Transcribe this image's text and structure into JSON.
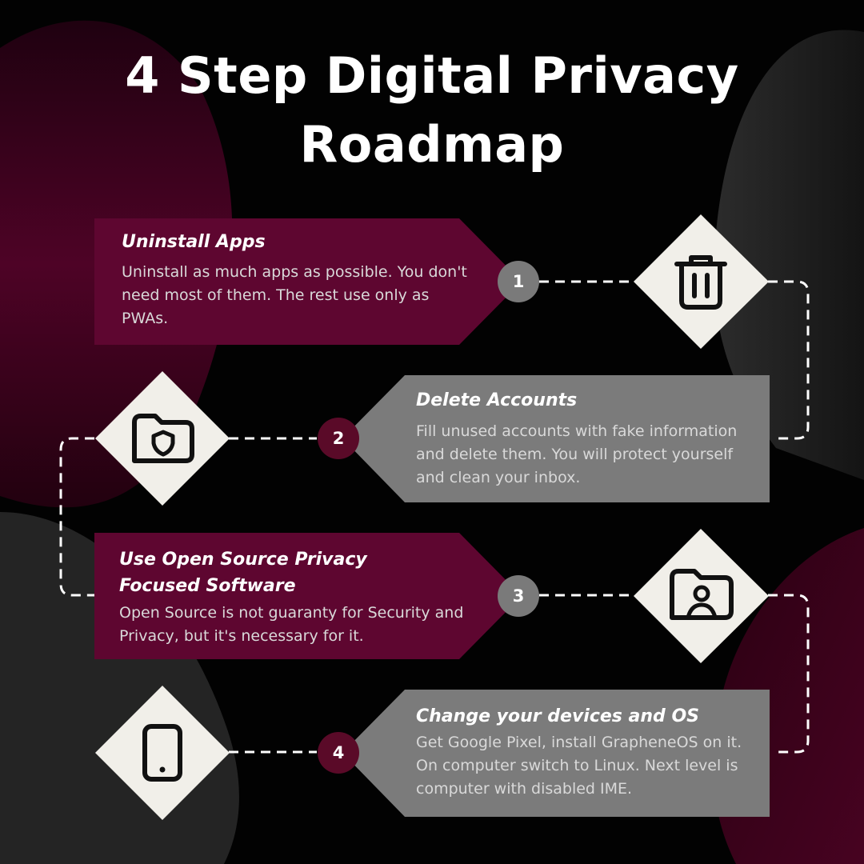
{
  "title": "4 Step Digital Privacy Roadmap",
  "colors": {
    "maroon": "#5e0630",
    "gray": "#7b7b7b",
    "diamond": "#f1efe9",
    "text": "#ffffff",
    "dash": "#ffffff"
  },
  "steps": [
    {
      "number": "1",
      "title": "Uninstall Apps",
      "description": "Uninstall as much apps as possible. You don't need most of them. The rest use only as PWAs.",
      "icon": "trash-icon"
    },
    {
      "number": "2",
      "title": "Delete Accounts",
      "description": "Fill unused accounts with fake information and delete them. You will protect yourself and clean your inbox.",
      "icon": "shield-folder-icon"
    },
    {
      "number": "3",
      "title": "Use Open Source Privacy Focused Software",
      "description": "Open Source is not guaranty for Security and Privacy, but it's necessary for it.",
      "icon": "user-folder-icon"
    },
    {
      "number": "4",
      "title": "Change your devices and OS",
      "description": "Get Google Pixel, install GrapheneOS on it. On computer switch to Linux. Next level is computer with disabled IME.",
      "icon": "smartphone-icon"
    }
  ]
}
